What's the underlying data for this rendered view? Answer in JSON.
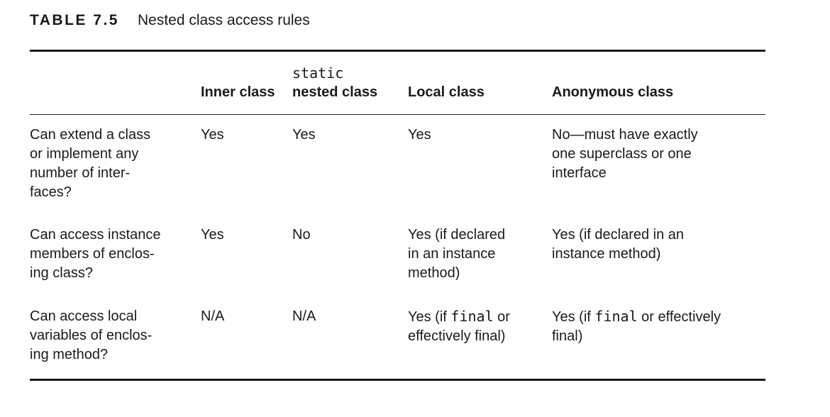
{
  "caption": {
    "label": "TABLE 7.5",
    "title": "Nested class access rules"
  },
  "columns": {
    "inner": "Inner class",
    "static_code": "static",
    "static_rest": "nested class",
    "local": "Local class",
    "anonymous": "Anonymous class"
  },
  "rows": [
    {
      "question_lines": [
        "Can extend a class",
        "or implement any",
        "number of inter-",
        "faces?"
      ],
      "inner": "Yes",
      "static_nested": "Yes",
      "local_lines": [
        "Yes"
      ],
      "anonymous_lines": [
        "No—must have exactly",
        "one superclass or one",
        "interface"
      ]
    },
    {
      "question_lines": [
        "Can access instance",
        "members of enclos-",
        "ing class?"
      ],
      "inner": "Yes",
      "static_nested": "No",
      "local_lines": [
        "Yes (if declared",
        "in an instance",
        "method)"
      ],
      "anonymous_lines": [
        "Yes (if declared in an",
        "instance method)"
      ]
    },
    {
      "question_lines": [
        "Can access local",
        "variables of enclos-",
        "ing method?"
      ],
      "inner": "N/A",
      "static_nested": "N/A",
      "local": {
        "pre": "Yes (if ",
        "code": "final",
        "post": " or",
        "line2": "effectively final)"
      },
      "anonymous": {
        "pre": "Yes (if ",
        "code": "final",
        "post": " or effectively",
        "line2": "final)"
      }
    }
  ]
}
